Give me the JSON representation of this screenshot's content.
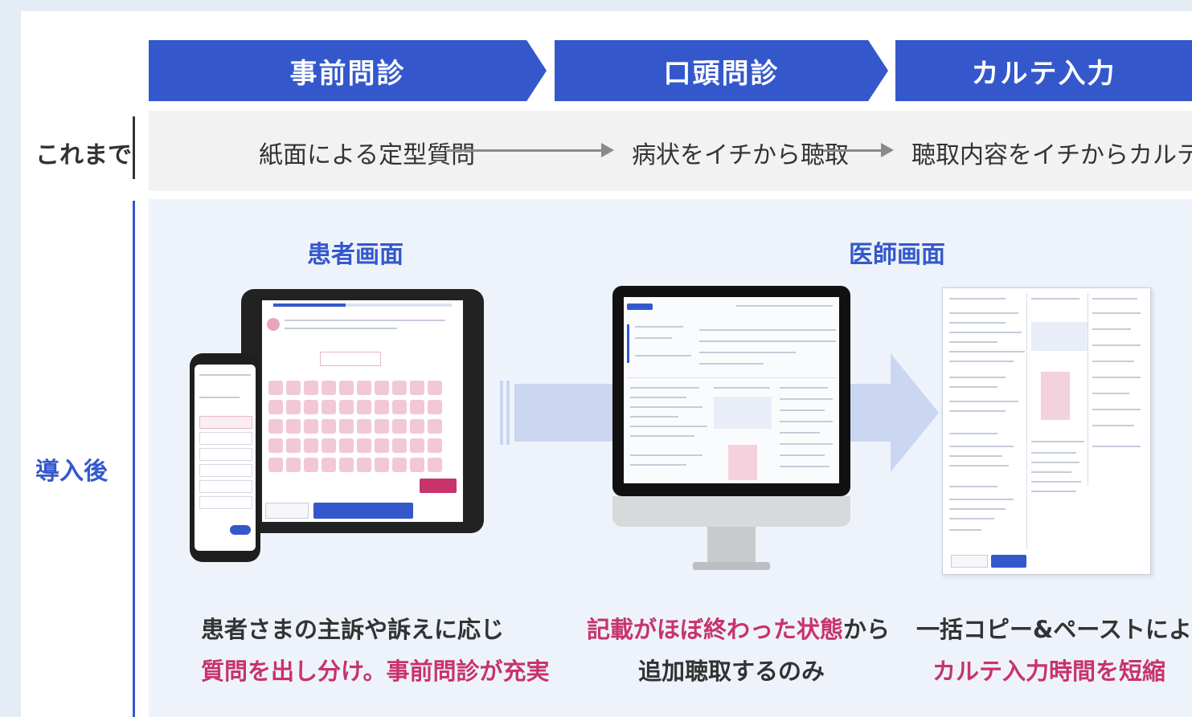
{
  "stages": [
    "事前問診",
    "口頭問診",
    "カルテ入力"
  ],
  "before": {
    "label": "これまで",
    "steps": [
      "紙面による定型質問",
      "病状をイチから聴取",
      "聴取内容をイチからカルテ入力"
    ]
  },
  "after": {
    "label": "導入後",
    "patient_title": "患者画面",
    "doctor_title": "医師画面",
    "captions": [
      {
        "line1_dark": "患者さまの主訴や訴えに応じ",
        "line2_pink": "質問を出し分け。事前問診が充実"
      },
      {
        "line1_pink": "記載がほぼ終わった状態",
        "line1_dark": "から",
        "line2_dark": "追加聴取するのみ"
      },
      {
        "line1_dark": "一括コピー&ペーストにより",
        "line2_pink": "カルテ入力時間を短縮"
      }
    ]
  },
  "colors": {
    "accent": "#3458cc",
    "highlight": "#c8336b",
    "arrow_gray": "#8a8a8a",
    "light_arrow": "#cbd6f0"
  }
}
